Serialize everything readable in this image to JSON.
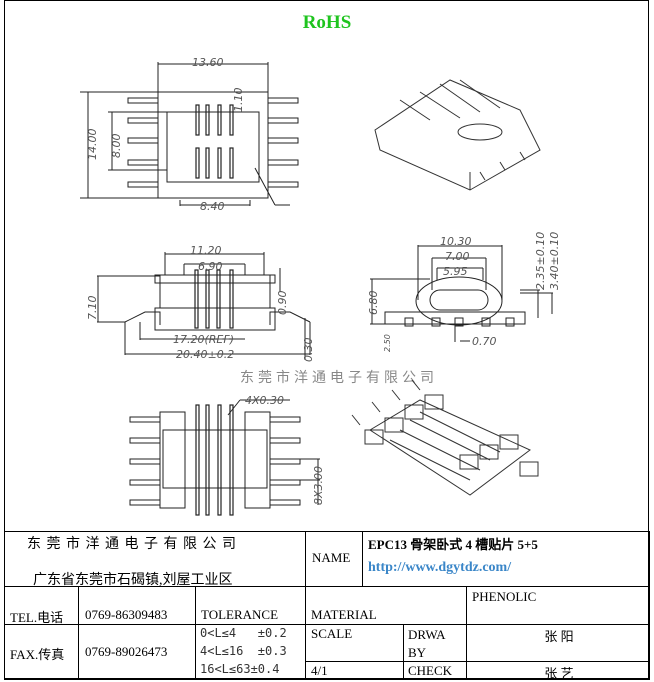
{
  "title": "RoHS",
  "drawing": {
    "top_view": {
      "width": "13.60",
      "height": "14.00",
      "inner": "8.00",
      "slot": "1.10",
      "core": "8.40"
    },
    "front_view": {
      "w1": "11.20",
      "w2": "6.90",
      "height": "7.10",
      "flange": "0.90",
      "ref": "17.20(REF)",
      "overall": "20.40±0.2",
      "pin": "0.30"
    },
    "side_view": {
      "w1": "10.30",
      "w2": "7.00",
      "w3": "5.95",
      "height": "6.80",
      "d1": "2.35±0.10",
      "d2": "3.40±0.10",
      "foot": "2.50",
      "pin": "0.70"
    },
    "bottom_view": {
      "pins": "4X0.30",
      "pitch": "8X3.00"
    },
    "watermark": "东莞市洋通电子有限公司"
  },
  "title_block": {
    "company": "东 莞 市 洋 通 电 子 有 限 公 司",
    "address": "广东省东莞市石碣镇,刘屋工业区",
    "name_label": "NAME",
    "product": "EPC13 骨架卧式 4 槽贴片  5+5",
    "url": "http://www.dgytdz.com/",
    "tel_label": "TEL.电话",
    "tel": "0769-86309483",
    "tolerance_label": "TOLERANCE",
    "material_label": "MATERIAL",
    "material": "PHENOLIC",
    "fax_label": "FAX.传真",
    "fax": "0769-89026473",
    "tolerances": [
      "0<L≤4   ±0.2",
      "4<L≤16  ±0.3",
      "16<L≤63±0.4"
    ],
    "scale_label": "SCALE",
    "scale": "4/1",
    "drawn_by_label": "DRWA BY",
    "drawn_by": "张 阳",
    "check_label": "CHECK",
    "checked_by": "张 艺"
  }
}
